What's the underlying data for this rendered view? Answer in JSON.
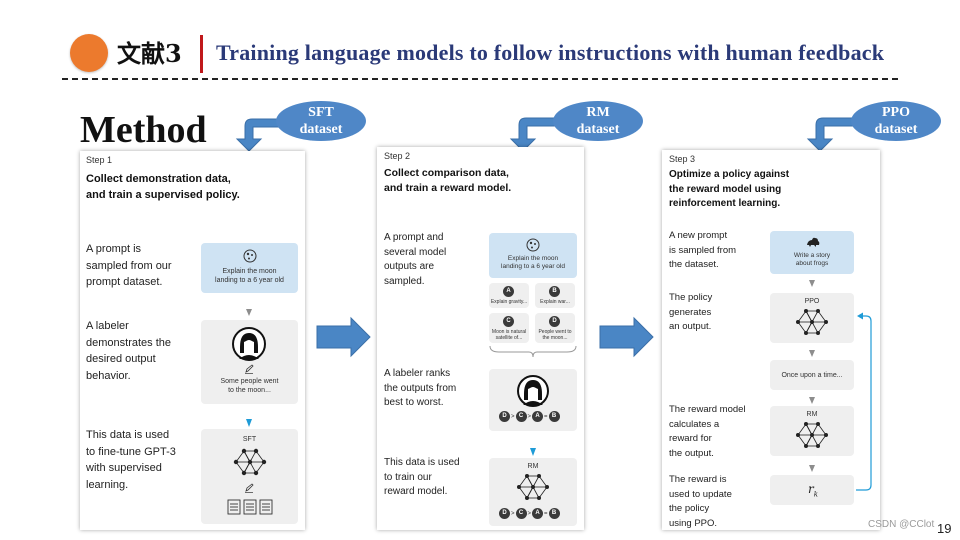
{
  "header": {
    "label": "文献3",
    "title": "Training language models to follow instructions with human feedback"
  },
  "method_heading": "Method",
  "callouts": {
    "sft": [
      "SFT",
      "dataset"
    ],
    "rm": [
      "RM",
      "dataset"
    ],
    "ppo": [
      "PPO",
      "dataset"
    ]
  },
  "steps": {
    "step1": {
      "label": "Step 1",
      "heading": [
        "Collect demonstration data,",
        "and train a supervised policy."
      ],
      "text1": [
        "A prompt is",
        "sampled from our",
        "prompt dataset."
      ],
      "prompt_box": [
        "Explain the moon",
        "landing to a 6 year old"
      ],
      "text2": [
        "A labeler",
        "demonstrates the",
        "desired output",
        "behavior."
      ],
      "labeler_output": [
        "Some people went",
        "to the moon..."
      ],
      "text3": [
        "This data is used",
        "to fine-tune GPT-3",
        "with supervised",
        "learning."
      ],
      "model_label": "SFT"
    },
    "step2": {
      "label": "Step 2",
      "heading": [
        "Collect comparison data,",
        "and train a reward model."
      ],
      "text1": [
        "A prompt and",
        "several model",
        "outputs are",
        "sampled."
      ],
      "prompt_box": [
        "Explain the moon",
        "landing to a 6 year old"
      ],
      "outputs": [
        {
          "letter": "A",
          "text": [
            "Explain gravity..."
          ]
        },
        {
          "letter": "B",
          "text": [
            "Explain war..."
          ]
        },
        {
          "letter": "C",
          "text": [
            "Moon is natural",
            "satellite of..."
          ]
        },
        {
          "letter": "D",
          "text": [
            "People went to",
            "the moon..."
          ]
        }
      ],
      "text2": [
        "A labeler ranks",
        "the outputs from",
        "best to worst."
      ],
      "ranking": [
        "D",
        "C",
        "A",
        "B"
      ],
      "text3": [
        "This data is used",
        "to train our",
        "reward model."
      ],
      "model_label": "RM"
    },
    "step3": {
      "label": "Step 3",
      "heading": [
        "Optimize a policy against",
        "the reward model using",
        "reinforcement learning."
      ],
      "text1": [
        "A new prompt",
        "is sampled from",
        "the dataset."
      ],
      "prompt_box": [
        "Write a story",
        "about frogs"
      ],
      "text2": [
        "The policy",
        "generates",
        "an output."
      ],
      "policy_label": "PPO",
      "output_text": "Once upon a time...",
      "text3": [
        "The reward model",
        "calculates a",
        "reward for",
        "the output."
      ],
      "rm_label": "RM",
      "text4": [
        "The reward is",
        "used to update",
        "the policy",
        "using PPO."
      ],
      "reward_symbol": "r",
      "reward_subscript": "k"
    }
  },
  "footer": {
    "watermark": "CSDN @CClot",
    "page_number": "19"
  },
  "colors": {
    "accent_orange": "#ec7a2d",
    "accent_red": "#c0181b",
    "title_navy": "#2b3a78",
    "callout_blue": "#4f87c7",
    "arrow_blue": "#4a86c5",
    "prompt_blue": "#cfe3f3",
    "loop_blue": "#1e9bd7"
  }
}
